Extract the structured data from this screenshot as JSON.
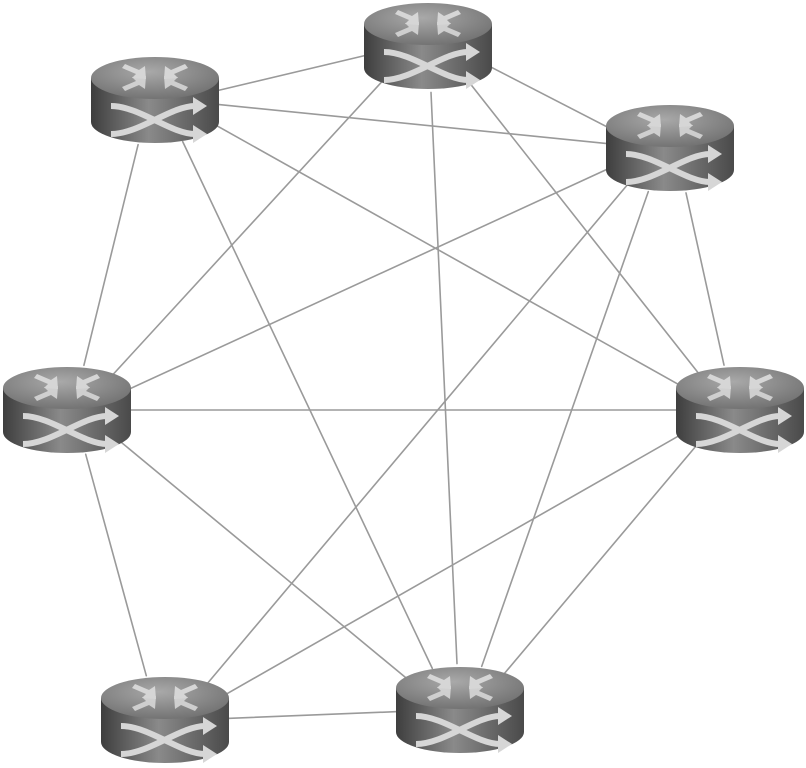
{
  "diagram": {
    "type": "full-mesh-network",
    "colors": {
      "background": "#ffffff",
      "link": "#9a9a9a",
      "router_body_light": "#8a8a8a",
      "router_body_dark": "#3e3e3e",
      "router_top_light": "#a9a9a9",
      "router_top_dark": "#6b6b6b",
      "router_arrows": "#d6d6d6"
    },
    "node_icon": "router-icon",
    "nodes": [
      {
        "id": "router-top-left",
        "icon": "router-icon"
      },
      {
        "id": "router-top-center",
        "icon": "router-icon"
      },
      {
        "id": "router-right-upper",
        "icon": "router-icon"
      },
      {
        "id": "router-left",
        "icon": "router-icon"
      },
      {
        "id": "router-right",
        "icon": "router-icon"
      },
      {
        "id": "router-bottom-left",
        "icon": "router-icon"
      },
      {
        "id": "router-bottom-center",
        "icon": "router-icon"
      }
    ],
    "links": [
      [
        "router-top-left",
        "router-top-center"
      ],
      [
        "router-top-left",
        "router-right-upper"
      ],
      [
        "router-top-left",
        "router-left"
      ],
      [
        "router-top-left",
        "router-right"
      ],
      [
        "router-top-left",
        "router-bottom-center"
      ],
      [
        "router-top-center",
        "router-right-upper"
      ],
      [
        "router-top-center",
        "router-left"
      ],
      [
        "router-top-center",
        "router-right"
      ],
      [
        "router-top-center",
        "router-bottom-center"
      ],
      [
        "router-right-upper",
        "router-left"
      ],
      [
        "router-right-upper",
        "router-right"
      ],
      [
        "router-right-upper",
        "router-bottom-left"
      ],
      [
        "router-right-upper",
        "router-bottom-center"
      ],
      [
        "router-left",
        "router-right"
      ],
      [
        "router-left",
        "router-bottom-left"
      ],
      [
        "router-left",
        "router-bottom-center"
      ],
      [
        "router-right",
        "router-bottom-left"
      ],
      [
        "router-right",
        "router-bottom-center"
      ],
      [
        "router-bottom-left",
        "router-bottom-center"
      ]
    ]
  }
}
